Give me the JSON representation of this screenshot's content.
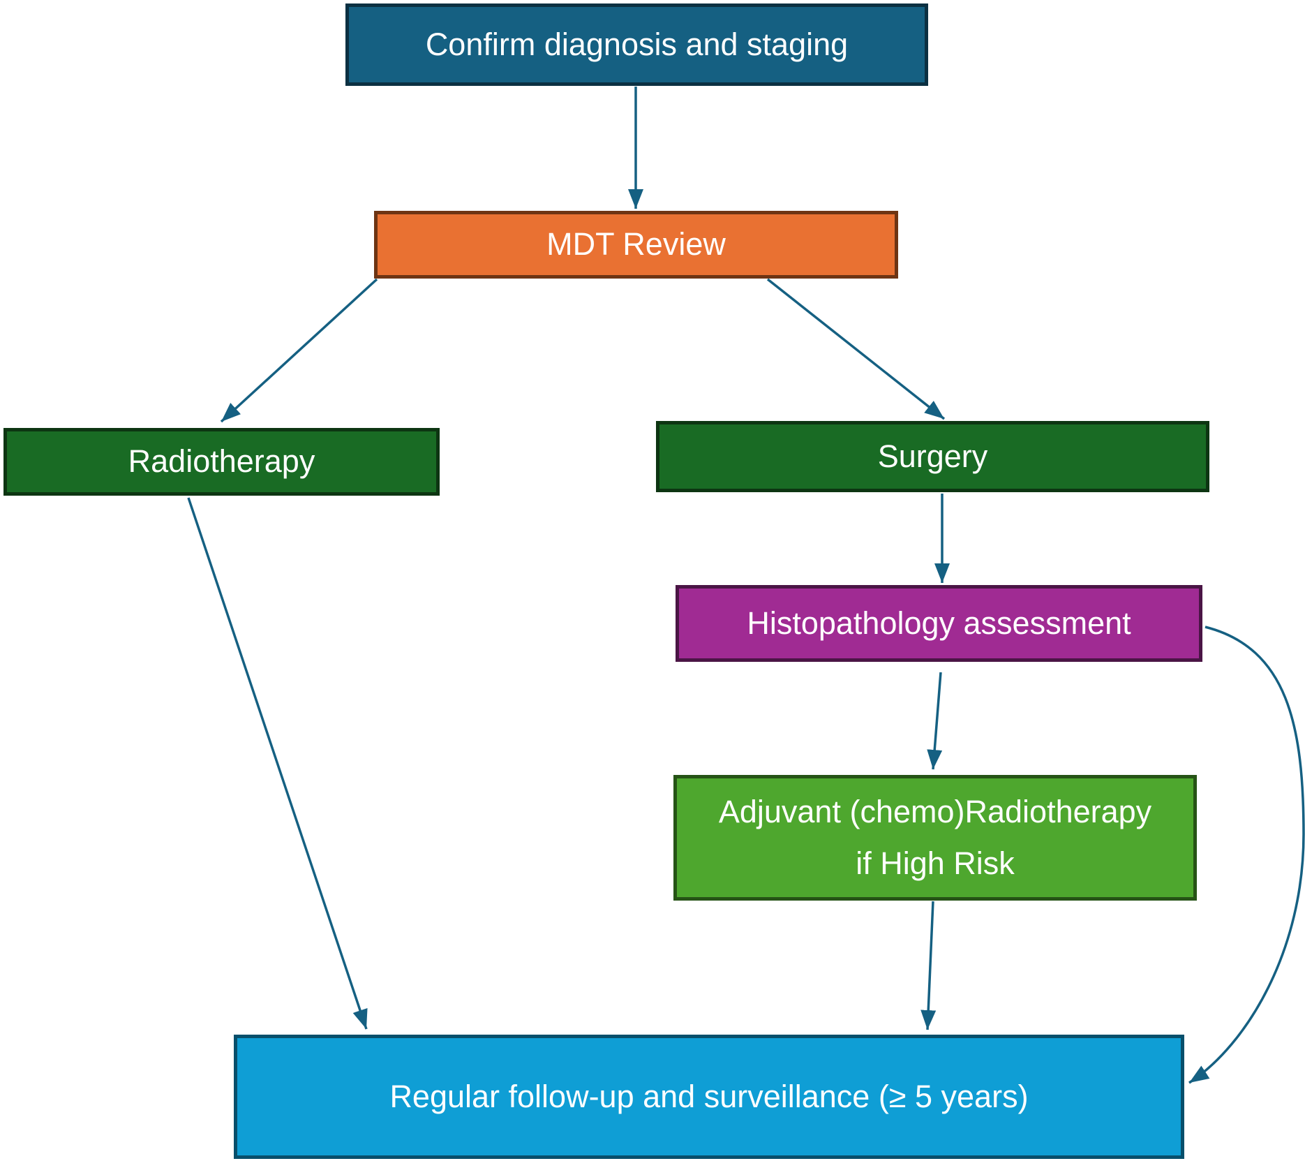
{
  "flowchart": {
    "background": "#FFFFFF",
    "arrow_color": "#156082",
    "text_color": "#FFFFFF",
    "nodes": {
      "confirm": {
        "label": "Confirm diagnosis and staging",
        "fill": "#156082",
        "border": "#0B3042"
      },
      "mdt": {
        "label": "MDT Review",
        "fill": "#E97132",
        "border": "#6E3413"
      },
      "radiotherapy": {
        "label": "Radiotherapy",
        "fill": "#196B24",
        "border": "#0D3512"
      },
      "surgery": {
        "label": "Surgery",
        "fill": "#196B24",
        "border": "#0D3512"
      },
      "histopathology": {
        "label": "Histopathology assessment",
        "fill": "#A02B93",
        "border": "#4A1545"
      },
      "adjuvant": {
        "label_line1": "Adjuvant (chemo)Radiotherapy",
        "label_line2": "if High Risk",
        "fill": "#4EA72E",
        "border": "#265316"
      },
      "followup": {
        "label": "Regular follow-up and surveillance (≥ 5 years)",
        "fill": "#0F9ED5",
        "border": "#084F6B"
      }
    },
    "edges": [
      {
        "from": "confirm",
        "to": "mdt"
      },
      {
        "from": "mdt",
        "to": "radiotherapy"
      },
      {
        "from": "mdt",
        "to": "surgery"
      },
      {
        "from": "surgery",
        "to": "histopathology"
      },
      {
        "from": "histopathology",
        "to": "adjuvant"
      },
      {
        "from": "adjuvant",
        "to": "followup"
      },
      {
        "from": "radiotherapy",
        "to": "followup"
      },
      {
        "from": "histopathology",
        "to": "followup"
      }
    ]
  }
}
